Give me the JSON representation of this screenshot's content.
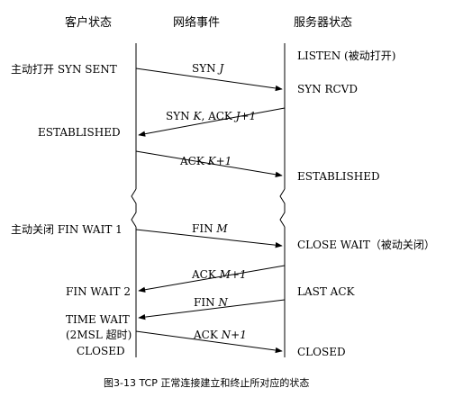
{
  "headers": {
    "client": "客户状态",
    "event": "网络事件",
    "server": "服务器状态"
  },
  "client_states": {
    "active_open": "主动打开 SYN SENT",
    "established": "ESTABLISHED",
    "active_close": "主动关闭 FIN WAIT 1",
    "fin_wait_2": "FIN WAIT 2",
    "time_wait": "TIME WAIT",
    "msl_timeout": "(2MSL 超时)",
    "closed": "CLOSED"
  },
  "server_states": {
    "listen": "LISTEN (被动打开)",
    "syn_rcvd": "SYN RCVD",
    "established": "ESTABLISHED",
    "close_wait": "CLOSE WAIT（被动关闭）",
    "last_ack": "LAST ACK",
    "closed": "CLOSED"
  },
  "messages": {
    "syn": {
      "prefix": "SYN ",
      "var": "J"
    },
    "syn_ack": {
      "prefix": "SYN ",
      "var": "K",
      "middle": ", ACK ",
      "var2": "J+1"
    },
    "ack1": {
      "prefix": "ACK ",
      "var": "K+1"
    },
    "fin_m": {
      "prefix": "FIN ",
      "var": "M"
    },
    "ack_m": {
      "prefix": "ACK ",
      "var": "M+1"
    },
    "fin_n": {
      "prefix": "FIN ",
      "var": "N"
    },
    "ack_n": {
      "prefix": "ACK ",
      "var": "N+1"
    }
  },
  "caption": "图3-13   TCP 正常连接建立和终止所对应的状态"
}
